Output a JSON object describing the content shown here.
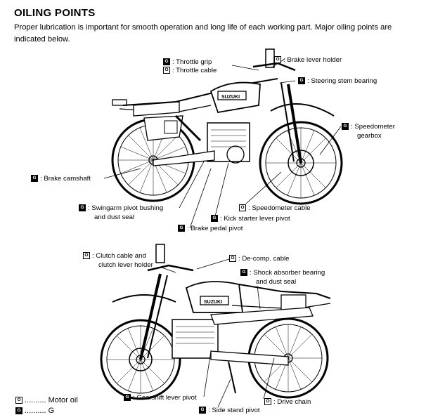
{
  "heading": "OILING POINTS",
  "intro": "Proper lubrication is important for smooth operation and long life of each working part. Major oiling points are indicated below.",
  "marks": {
    "grease": "G",
    "oil": "O"
  },
  "top_labels": {
    "throttle_grip": ": Throttle grip",
    "throttle_cable": ": Throttle cable",
    "brake_lever_holder": ": Brake lever holder",
    "steering_stem_bearing": ": Steering stem bearing",
    "speedometer_gearbox_1": ": Speedometer",
    "speedometer_gearbox_2": "gearbox",
    "brake_camshaft": ": Brake camshaft",
    "swingarm_1": ": Swingarm pivot bushing",
    "swingarm_2": "and dust seal",
    "speedometer_cable": ": Speedometer cable",
    "kick_starter": ": Kick starter lever pivot",
    "brake_pedal": ": Brake pedal pivot"
  },
  "bottom_labels": {
    "clutch_1": ": Clutch cable and",
    "clutch_2": "clutch lever holder",
    "decomp": ": De-comp. cable",
    "shock_1": ": Shock absorber bearing",
    "shock_2": "and dust seal",
    "gearshift": ": Gearshift lever pivot",
    "drive_chain": ": Drive chain",
    "side_stand": ": Side stand pivot"
  },
  "legend": {
    "motor_oil": ".......... Motor oil",
    "grease": ".......... G"
  },
  "brand": "SUZUKI"
}
